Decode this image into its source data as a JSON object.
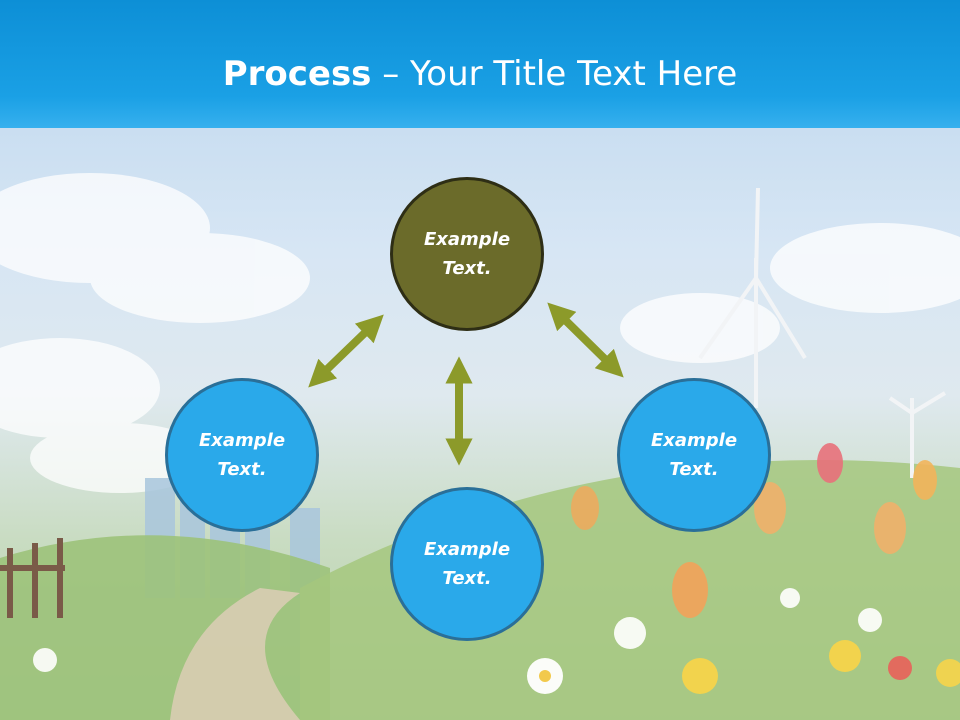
{
  "title": {
    "bold": "Process",
    "rest": " – Your Title Text Here"
  },
  "nodes": {
    "top": "Example Text.",
    "left": "Example Text.",
    "right": "Example Text.",
    "bottom": "Example Text."
  },
  "colors": {
    "title_bar": "#1aa0e5",
    "node_blue": "#2aa9ea",
    "node_olive": "#6b6b2a",
    "arrow": "#8c9a2a"
  }
}
